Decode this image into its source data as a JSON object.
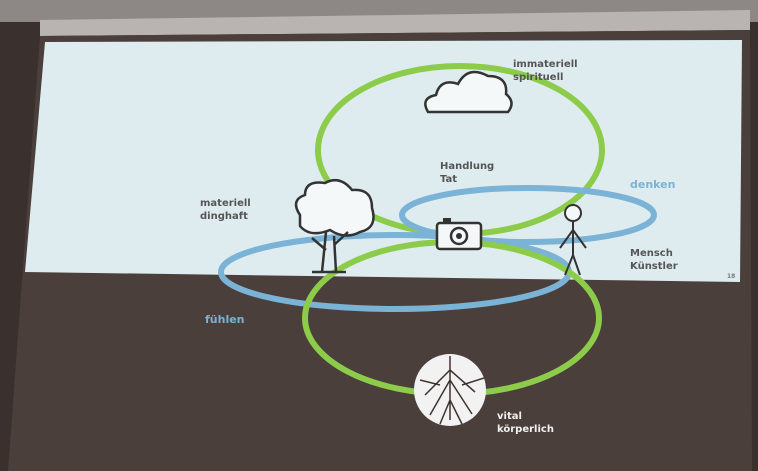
{
  "slide": {
    "page_number": "18",
    "labels": {
      "top": [
        "immateriell",
        "spirituell"
      ],
      "center": [
        "Handlung",
        "Tat"
      ],
      "left": [
        "materiell",
        "dinghaft"
      ],
      "right": [
        "Mensch",
        "Künstler"
      ],
      "bottom": [
        "vital",
        "körperlich"
      ],
      "blue_right": "denken",
      "blue_left": "fühlen"
    },
    "colors": {
      "green": "#8ccc4a",
      "blue": "#7ab3d6",
      "screen": "#dfecef",
      "dark": "#4b3f3c"
    }
  }
}
